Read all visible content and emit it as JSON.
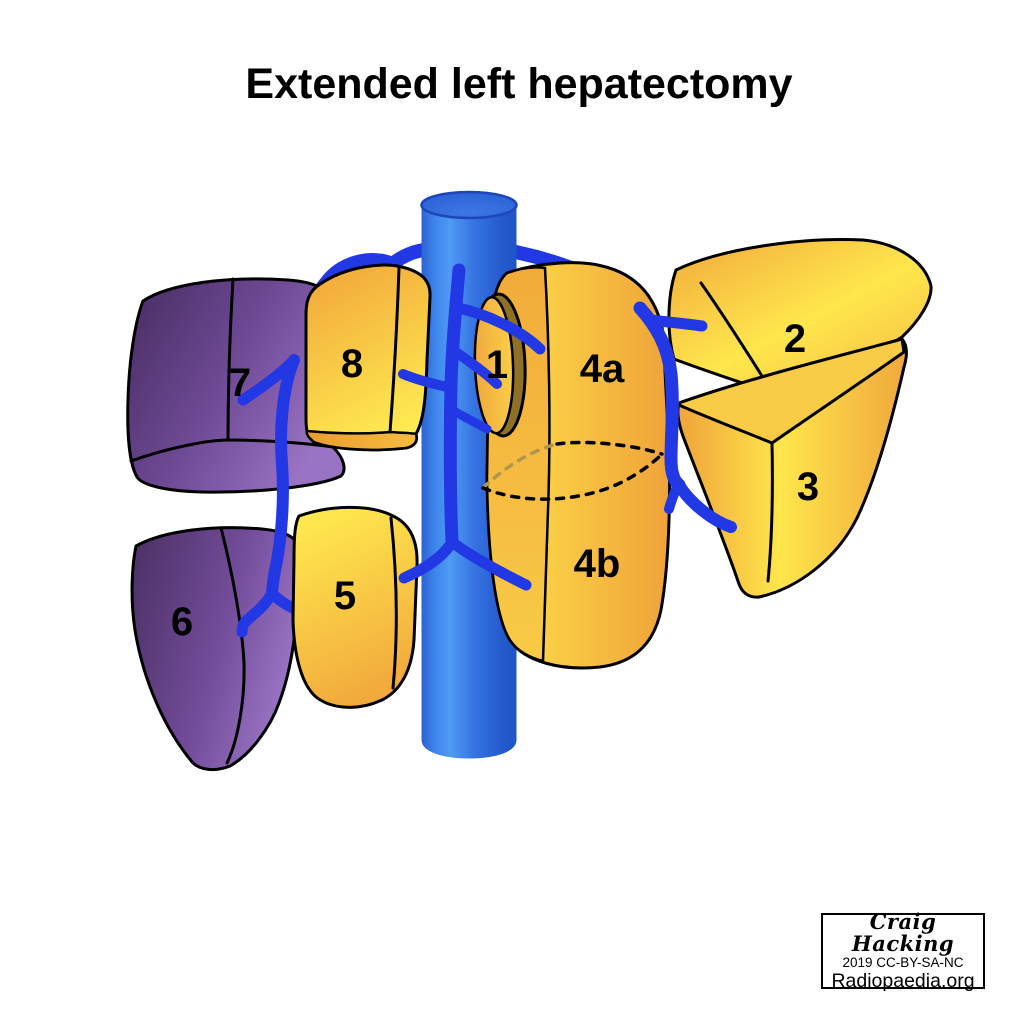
{
  "title": "Extended left hepatectomy",
  "segment_labels": {
    "s7": "7",
    "s8": "8",
    "s1": "1",
    "s4a": "4a",
    "s2": "2",
    "s3": "3",
    "s6": "6",
    "s5": "5",
    "s4b": "4b"
  },
  "colors": {
    "yellow_bright": "#FFE94F",
    "yellow_orange": "#F0A438",
    "gold_mid": "#F8CC47",
    "purple_dark": "#4C3166",
    "purple_light": "#9168B8",
    "vessel_blue": "#2138E4",
    "cava_blue": "#4C95F0",
    "caudate_rim_olive": "#8E7126",
    "outline": "#000000"
  },
  "attribution": {
    "author": "Craig Hacking",
    "year_license": "2019 CC-BY-SA-NC",
    "website": "Radiopaedia.org"
  }
}
